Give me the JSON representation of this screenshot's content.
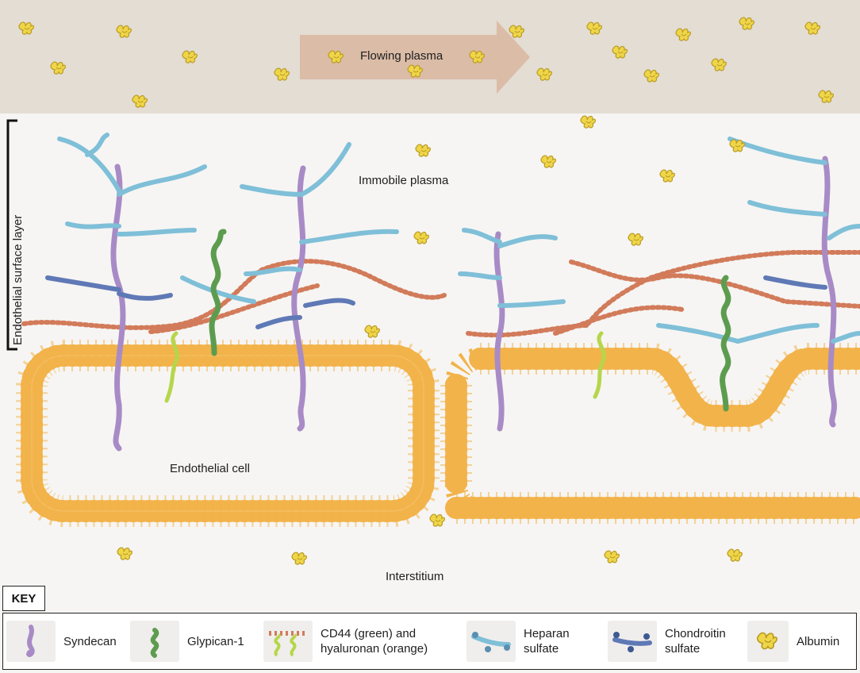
{
  "labels": {
    "flowing_plasma": "Flowing plasma",
    "immobile_plasma": "Immobile plasma",
    "endothelial_cell": "Endothelial cell",
    "interstitium": "Interstitium",
    "endothelial_surface_layer": "Endothelial surface layer"
  },
  "key": {
    "title": "KEY",
    "items": [
      {
        "label": "Syndecan",
        "icon": "syndecan-icon"
      },
      {
        "label": "Glypican-1",
        "icon": "glypican-icon"
      },
      {
        "label": "CD44 (green) and\nhyaluronan (orange)",
        "icon": "cd44-hyaluronan-icon"
      },
      {
        "label": "Heparan\nsulfate",
        "icon": "heparan-sulfate-icon"
      },
      {
        "label": "Chondroitin\nsulfate",
        "icon": "chondroitin-sulfate-icon"
      },
      {
        "label": "Albumin",
        "icon": "albumin-icon"
      }
    ]
  },
  "colors": {
    "flowing_band": "#e3ddd3",
    "arrow": "#d9b8a2",
    "membrane": "#f2b34a",
    "syndecan": "#a88bc6",
    "glypican": "#5d9c4f",
    "cd44": "#b6d64a",
    "hyaluronan": "#d27b5a",
    "heparan_sulfate": "#7fbfd8",
    "chondroitin_sulfate": "#5f79b6",
    "albumin": "#eed44a"
  }
}
